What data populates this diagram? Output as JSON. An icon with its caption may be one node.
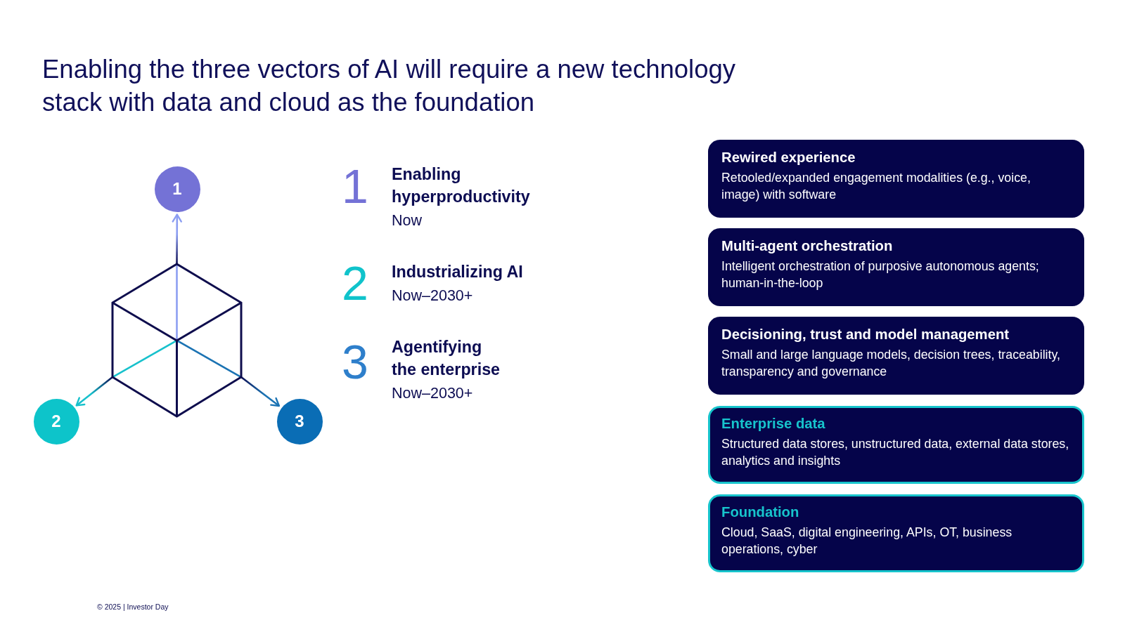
{
  "diagram": {
    "title": "Enabling the three vectors of AI will require a new technology stack with data and cloud as the foundation",
    "nodes": [
      {
        "text": [
          "1"
        ]
      },
      {
        "text": [],
        "shape": "cube"
      },
      {
        "text": [
          "2"
        ]
      },
      {
        "text": [
          "3"
        ]
      },
      {
        "text": [
          "Rewired experience",
          "Retooled/expanded engagement modalities (e.g., voice, image) with software"
        ]
      },
      {
        "text": [
          "Multi-agent orchestration",
          "Intelligent orchestration of purposive autonomous agents; human-in-the-loop"
        ]
      },
      {
        "text": [
          "Decisioning, trust and model management",
          "Small and large language models, decision trees, traceability, transparency and governance"
        ]
      },
      {
        "text": [
          "Enterprise data",
          "Structured data stores, unstructured data, external data stores, analytics and insights"
        ]
      },
      {
        "text": [
          "Foundation",
          "Cloud, SaaS, digital engineering, APIs, OT, business operations, cyber"
        ]
      }
    ],
    "edges": [
      {
        "from": 1,
        "to": 0,
        "arrow": "to",
        "color": "#8c9ef2"
      },
      {
        "from": 1,
        "to": 2,
        "arrow": "to",
        "color": "#17c1cc"
      },
      {
        "from": 1,
        "to": 3,
        "arrow": "to",
        "color": "#1b73b3"
      }
    ],
    "labels": [
      "1",
      "Enabling hyperproductivity",
      "Now",
      "2",
      "Industrializing AI",
      "Now–2030+",
      "3",
      "Agentifying the enterprise",
      "Now–2030+",
      "© 2025 | Investor Day"
    ]
  }
}
